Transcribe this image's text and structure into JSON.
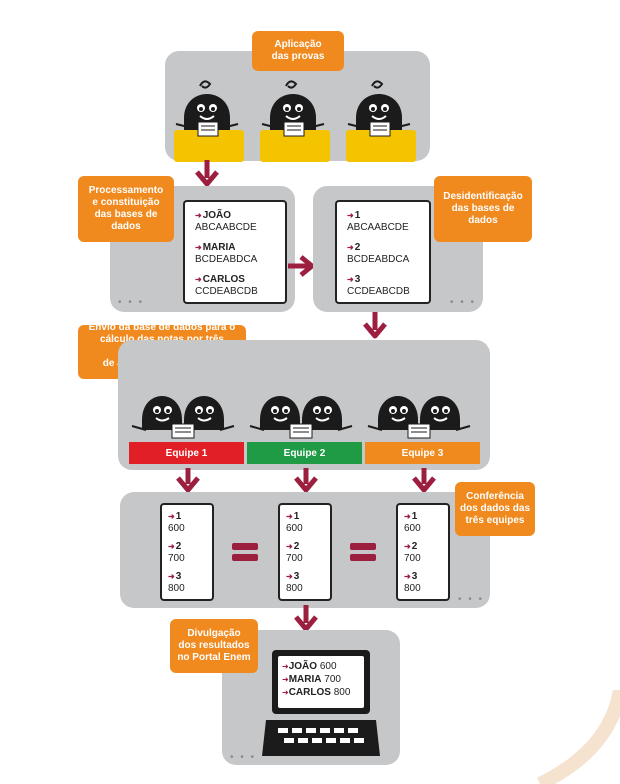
{
  "labels": {
    "application": "Aplicação\ndas provas",
    "processing": "Processamento\ne constituição\ndas bases de\ndados",
    "deidentification": "Desidentificação\ndas bases de\ndados",
    "sending": "Envio da base de dados para o\ncálculo das notas por três equipes\nde analistas (estatísticos\ne psicometristas)",
    "conference": "Conferência\ndos dados das\ntrês equipes",
    "publication": "Divulgação\ndos resultados\nno Portal Enem"
  },
  "identified_records": [
    {
      "key": "JOÃO",
      "value": "ABCAABCDE"
    },
    {
      "key": "MARIA",
      "value": "BCDEABDCA"
    },
    {
      "key": "CARLOS",
      "value": "CCDEABCDB"
    }
  ],
  "deidentified_records": [
    {
      "key": "1",
      "value": "ABCAABCDE"
    },
    {
      "key": "2",
      "value": "BCDEABDCA"
    },
    {
      "key": "3",
      "value": "CCDEABCDB"
    }
  ],
  "teams": [
    {
      "name": "Equipe 1",
      "color": "#e01f26"
    },
    {
      "name": "Equipe 2",
      "color": "#1f9a45"
    },
    {
      "name": "Equipe 3",
      "color": "#f08a1f"
    }
  ],
  "scores": [
    {
      "key": "1",
      "value": "600"
    },
    {
      "key": "2",
      "value": "700"
    },
    {
      "key": "3",
      "value": "800"
    }
  ],
  "results": [
    {
      "name": "JOÃO",
      "score": "600"
    },
    {
      "name": "MARIA",
      "score": "700"
    },
    {
      "name": "CARLOS",
      "score": "800"
    }
  ],
  "colors": {
    "panel": "#c6c7c9",
    "label": "#f08a1f",
    "arrow": "#9c1f40",
    "desk_yellow": "#f5c400"
  }
}
